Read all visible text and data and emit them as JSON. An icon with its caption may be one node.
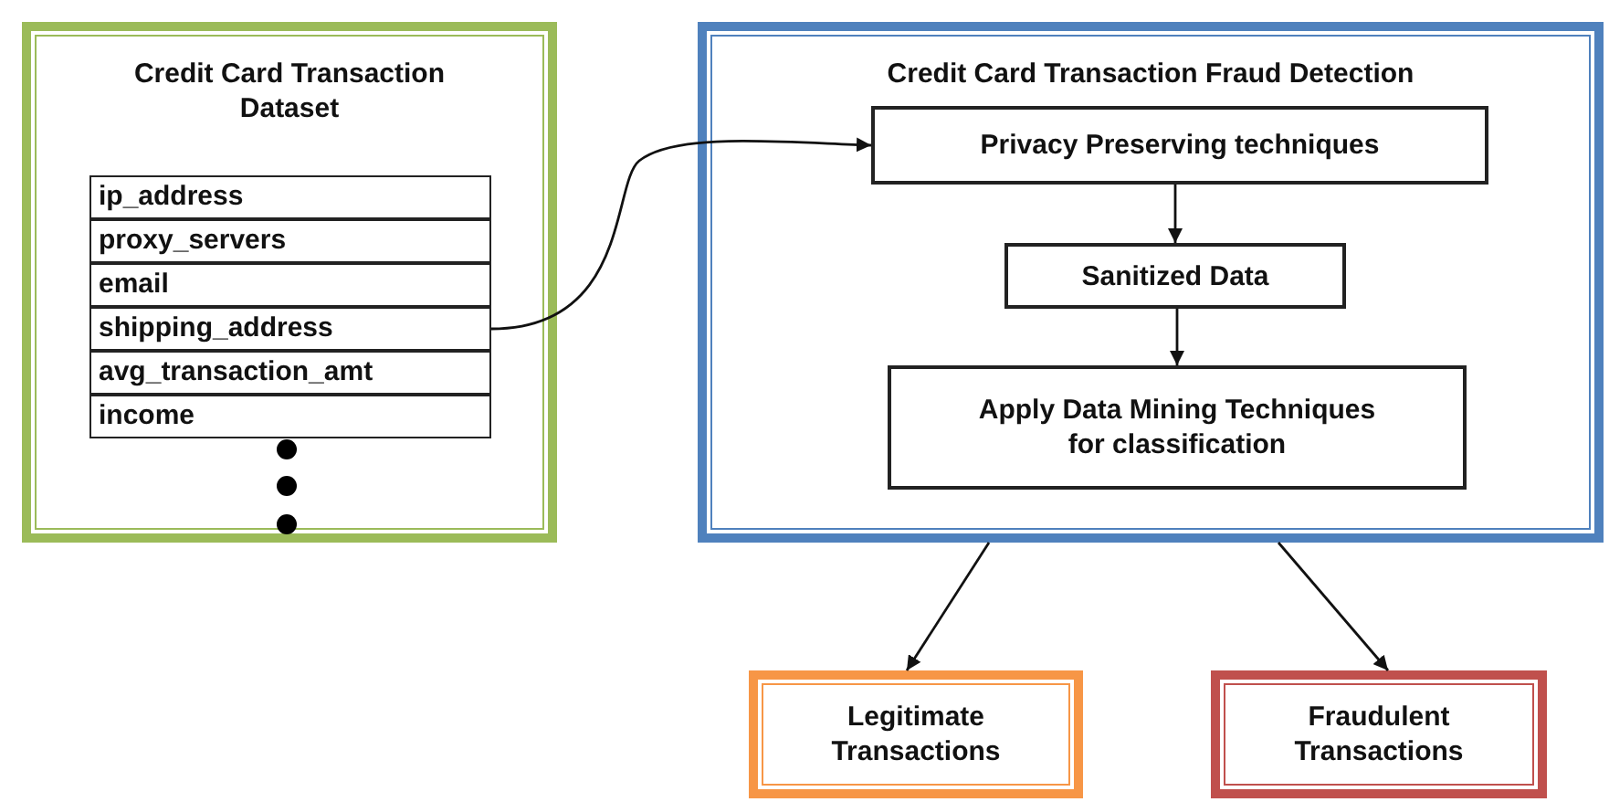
{
  "diagram": {
    "nodes": [
      {
        "text": [
          "Credit Card Transaction Dataset"
        ]
      },
      {
        "text": [
          "ip_address"
        ],
        "in": 0
      },
      {
        "text": [
          "proxy_servers"
        ],
        "in": 0
      },
      {
        "text": [
          "email"
        ],
        "in": 0
      },
      {
        "text": [
          "shipping_address"
        ],
        "in": 0
      },
      {
        "text": [
          "avg_transaction_amt"
        ],
        "in": 0
      },
      {
        "text": [
          "income"
        ],
        "in": 0
      },
      {
        "text": [
          "Credit Card Transaction Fraud Detection"
        ]
      },
      {
        "text": [
          "Privacy Preserving techniques"
        ],
        "in": 7
      },
      {
        "text": [
          "Sanitized Data"
        ],
        "in": 7
      },
      {
        "text": [
          "Apply Data Mining Techniques for classification"
        ],
        "in": 7
      },
      {
        "text": [
          "Legitimate Transactions"
        ]
      },
      {
        "text": [
          "Fraudulent Transactions"
        ]
      }
    ],
    "edges": [
      {
        "from": 4,
        "to": 8,
        "arrow": "to"
      },
      {
        "from": 8,
        "to": 9,
        "arrow": "to"
      },
      {
        "from": 9,
        "to": 10,
        "arrow": "to"
      },
      {
        "from": 7,
        "to": 11,
        "arrow": "to"
      },
      {
        "from": 7,
        "to": 12,
        "arrow": "to"
      }
    ]
  }
}
